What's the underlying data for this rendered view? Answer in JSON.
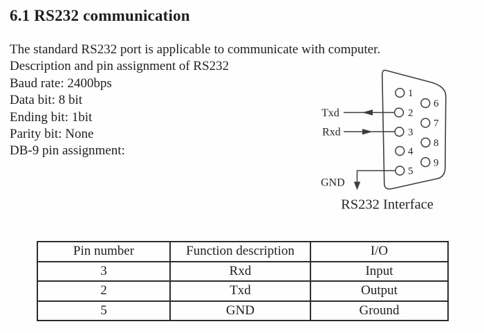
{
  "colors": {
    "text": "#1f1f1f",
    "diagram_line": "#3d3d3d",
    "background": "#ffffff"
  },
  "page": {
    "heading": "6.1 RS232 communication",
    "body_lines": [
      "The standard RS232 port is applicable to communicate with computer.",
      "Description and pin assignment of RS232",
      "Baud rate: 2400bps",
      "Data bit: 8 bit",
      "Ending bit: 1bit",
      "Parity bit: None",
      "DB-9 pin assignment:"
    ]
  },
  "diagram": {
    "caption": "RS232 Interface",
    "txd_label": "Txd",
    "rxd_label": "Rxd",
    "gnd_label": "GND",
    "pins": [
      "1",
      "2",
      "3",
      "4",
      "5",
      "6",
      "7",
      "8",
      "9"
    ]
  },
  "table": {
    "headers": [
      "Pin number",
      "Function description",
      "I/O"
    ],
    "rows": [
      [
        "3",
        "Rxd",
        "Input"
      ],
      [
        "2",
        "Txd",
        "Output"
      ],
      [
        "5",
        "GND",
        "Ground"
      ]
    ]
  }
}
